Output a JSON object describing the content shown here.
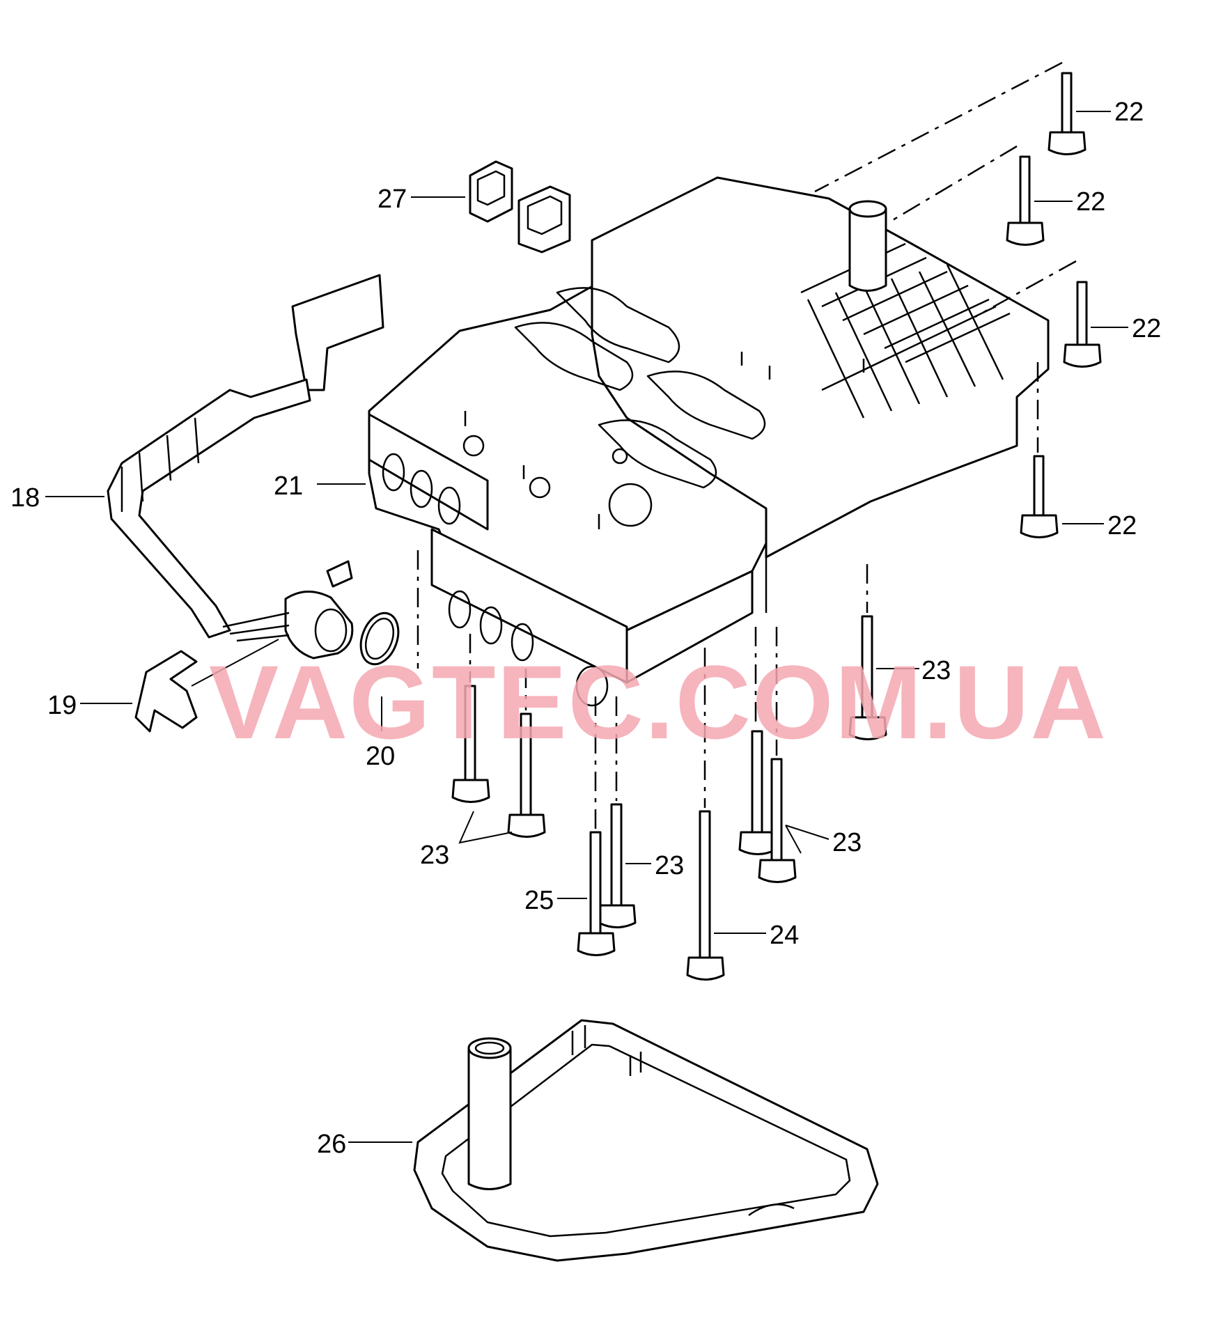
{
  "watermark": {
    "text": "VAGTEC.COM.UA",
    "color": "#f4a7b0"
  },
  "callouts": {
    "c18": "18",
    "c19": "19",
    "c20": "20",
    "c21": "21",
    "c22a": "22",
    "c22b": "22",
    "c22c": "22",
    "c22d": "22",
    "c23a": "23",
    "c23b": "23",
    "c23c": "23",
    "c23d": "23",
    "c24": "24",
    "c25": "25",
    "c26": "26",
    "c27": "27"
  },
  "colors": {
    "line": "#000000",
    "background": "#ffffff"
  }
}
